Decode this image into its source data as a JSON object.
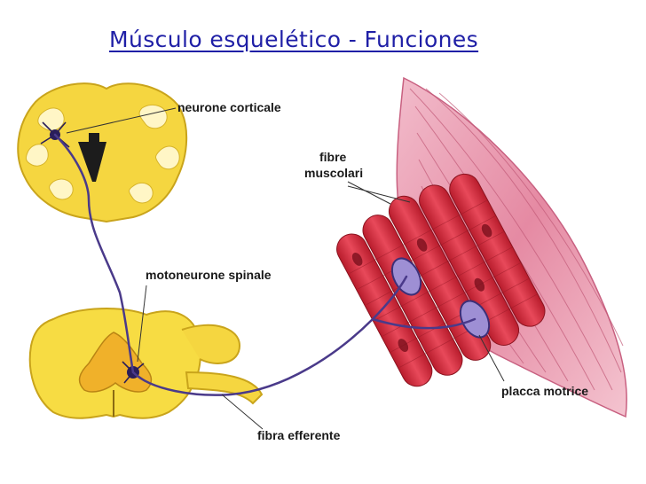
{
  "title": "Músculo esquelético - Funciones",
  "labels": {
    "cortical_neuron": "neurone corticale",
    "muscle_fibers_line1": "fibre",
    "muscle_fibers_line2": "muscolari",
    "spinal_motoneuron": "motoneurone spinale",
    "efferent_fiber": "fibra efferente",
    "motor_plate": "placca motrice"
  },
  "colors": {
    "title": "#1f1fa6",
    "brain_fill": "#f7dc43",
    "brain_gyri": "#fff6c6",
    "nerve": "#4a3a8a",
    "muscle_fiber": "#d73040",
    "whole_muscle": "#e8a4b8"
  }
}
